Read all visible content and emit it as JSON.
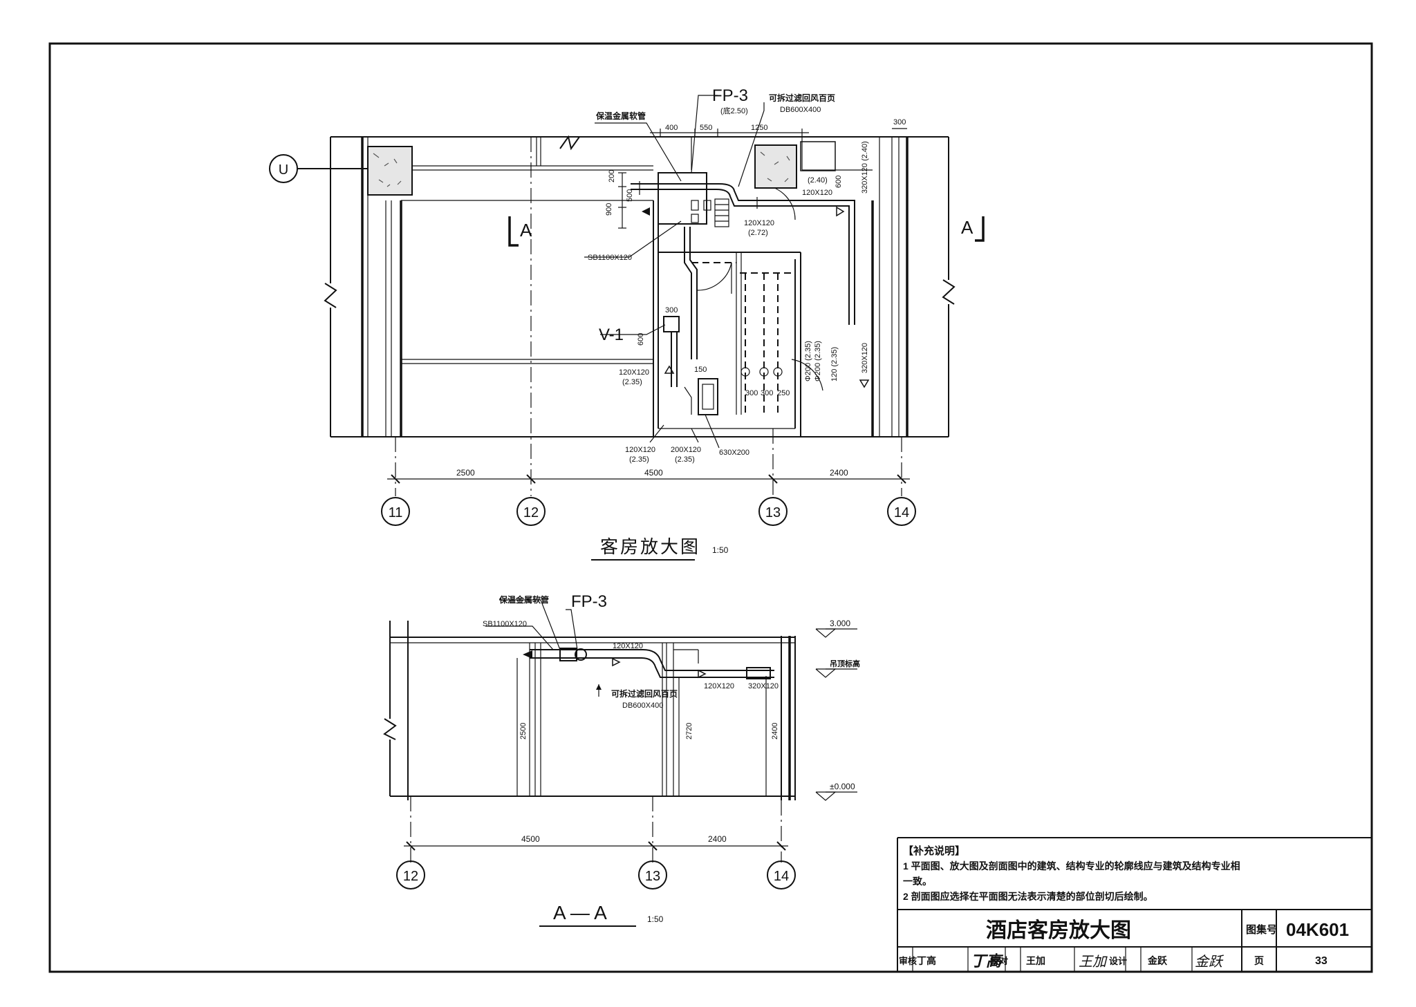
{
  "plan": {
    "title": "客房放大图",
    "scale": "1:50",
    "fp_tag": "FP-3",
    "fp_elev": "(底2.50)",
    "insulated_hose": "保温金属软管",
    "filter_grille": "可拆过滤回风百页",
    "db_size": "DB600X400",
    "sb_size": "SB1100X120",
    "v_tag": "V-1",
    "axis_u": "U",
    "section_mark": "A",
    "dims": {
      "d400": "400",
      "d550": "550",
      "d1250": "1250",
      "d300top": "300",
      "d200": "200",
      "d500": "500",
      "d900": "900",
      "d600": "600",
      "d300v": "300",
      "d600v": "600",
      "d150": "150",
      "d300a": "300",
      "d300b": "300",
      "d250": "250",
      "d2500": "2500",
      "d4500": "4500",
      "d2400": "2400"
    },
    "labels": {
      "e240": "(2.40)",
      "duct120_top": "120X120",
      "duct120_mid": "120X120",
      "e272": "(2.72)",
      "duct320_top": "320X120 (2.40)",
      "duct320_side": "320X120",
      "duct120_left": "120X120",
      "e235_left": "(2.35)",
      "duct120_bot": "120X120",
      "e235_bot": "(2.35)",
      "duct200": "200X120",
      "e235_bot2": "(2.35)",
      "duct630": "630X200",
      "r1": "Φ200 (2.35)",
      "r2": "Φ200 (2.35)",
      "r3": "120 (2.35)"
    },
    "axes": [
      "11",
      "12",
      "13",
      "14"
    ]
  },
  "section": {
    "title": "A — A",
    "scale": "1:50",
    "fp_tag": "FP-3",
    "insulated_hose": "保温金属软管",
    "sb_size": "SB1100X120",
    "filter_grille": "可拆过滤回风百页",
    "db_size": "DB600X400",
    "duct_a": "120X120",
    "duct_b": "120X120",
    "duct_c": "320X120",
    "lev_top": "3.000",
    "lev_ceiling": "吊顶标高",
    "lev_floor": "±0.000",
    "h2500": "2500",
    "h2720": "2720",
    "h2400": "2400",
    "d4500": "4500",
    "d2400": "2400",
    "axes": [
      "12",
      "13",
      "14"
    ]
  },
  "notes": {
    "heading": "【补充说明】",
    "n1a": "1  平面图、放大图及剖面图中的建筑、结构专业的轮廓线应与建筑及结构专业相",
    "n1b": "   一致。",
    "n2": "2  剖面图应选择在平面图无法表示清楚的部位剖切后绘制。"
  },
  "titleblock": {
    "title": "酒店客房放大图",
    "atlas_label": "图集号",
    "atlas_no": "04K601",
    "review": "审核",
    "review_name": "丁高",
    "review_sig": "丁高",
    "check": "校对",
    "check_name": "王加",
    "check_sig": "王加",
    "design": "设计",
    "design_name": "金跃",
    "design_sig": "金跃",
    "page_label": "页",
    "page_no": "33"
  }
}
